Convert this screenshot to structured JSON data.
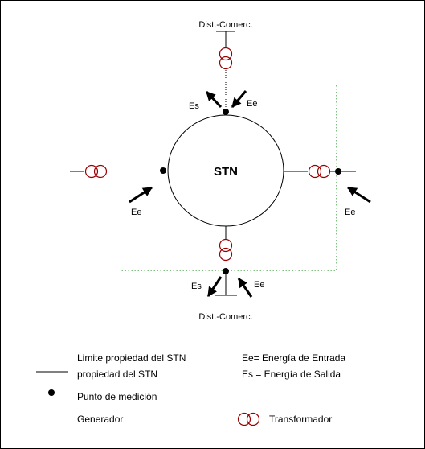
{
  "diagram": {
    "center_label": "STN",
    "labels": {
      "top_dist": "Dist.-Comerc.",
      "bottom_dist": "Dist.-Comerc.",
      "top_es": "Es",
      "top_ee": "Ee",
      "left_ee": "Ee",
      "right_ee": "Ee",
      "bottom_es": "Es",
      "bottom_ee": "Ee"
    }
  },
  "legend": {
    "limit_line_1": "Limite propiedad del STN",
    "limit_line_2": "propiedad del STN",
    "measure_point": "Punto de medición",
    "generator": "Generador",
    "ee_def": "Ee= Energía de Entrada",
    "es_def": "Es = Energía de Salida",
    "transformer": "Transformador"
  },
  "colors": {
    "boundary_line": "#008000",
    "transformer": "#990000",
    "ink": "#000000"
  }
}
